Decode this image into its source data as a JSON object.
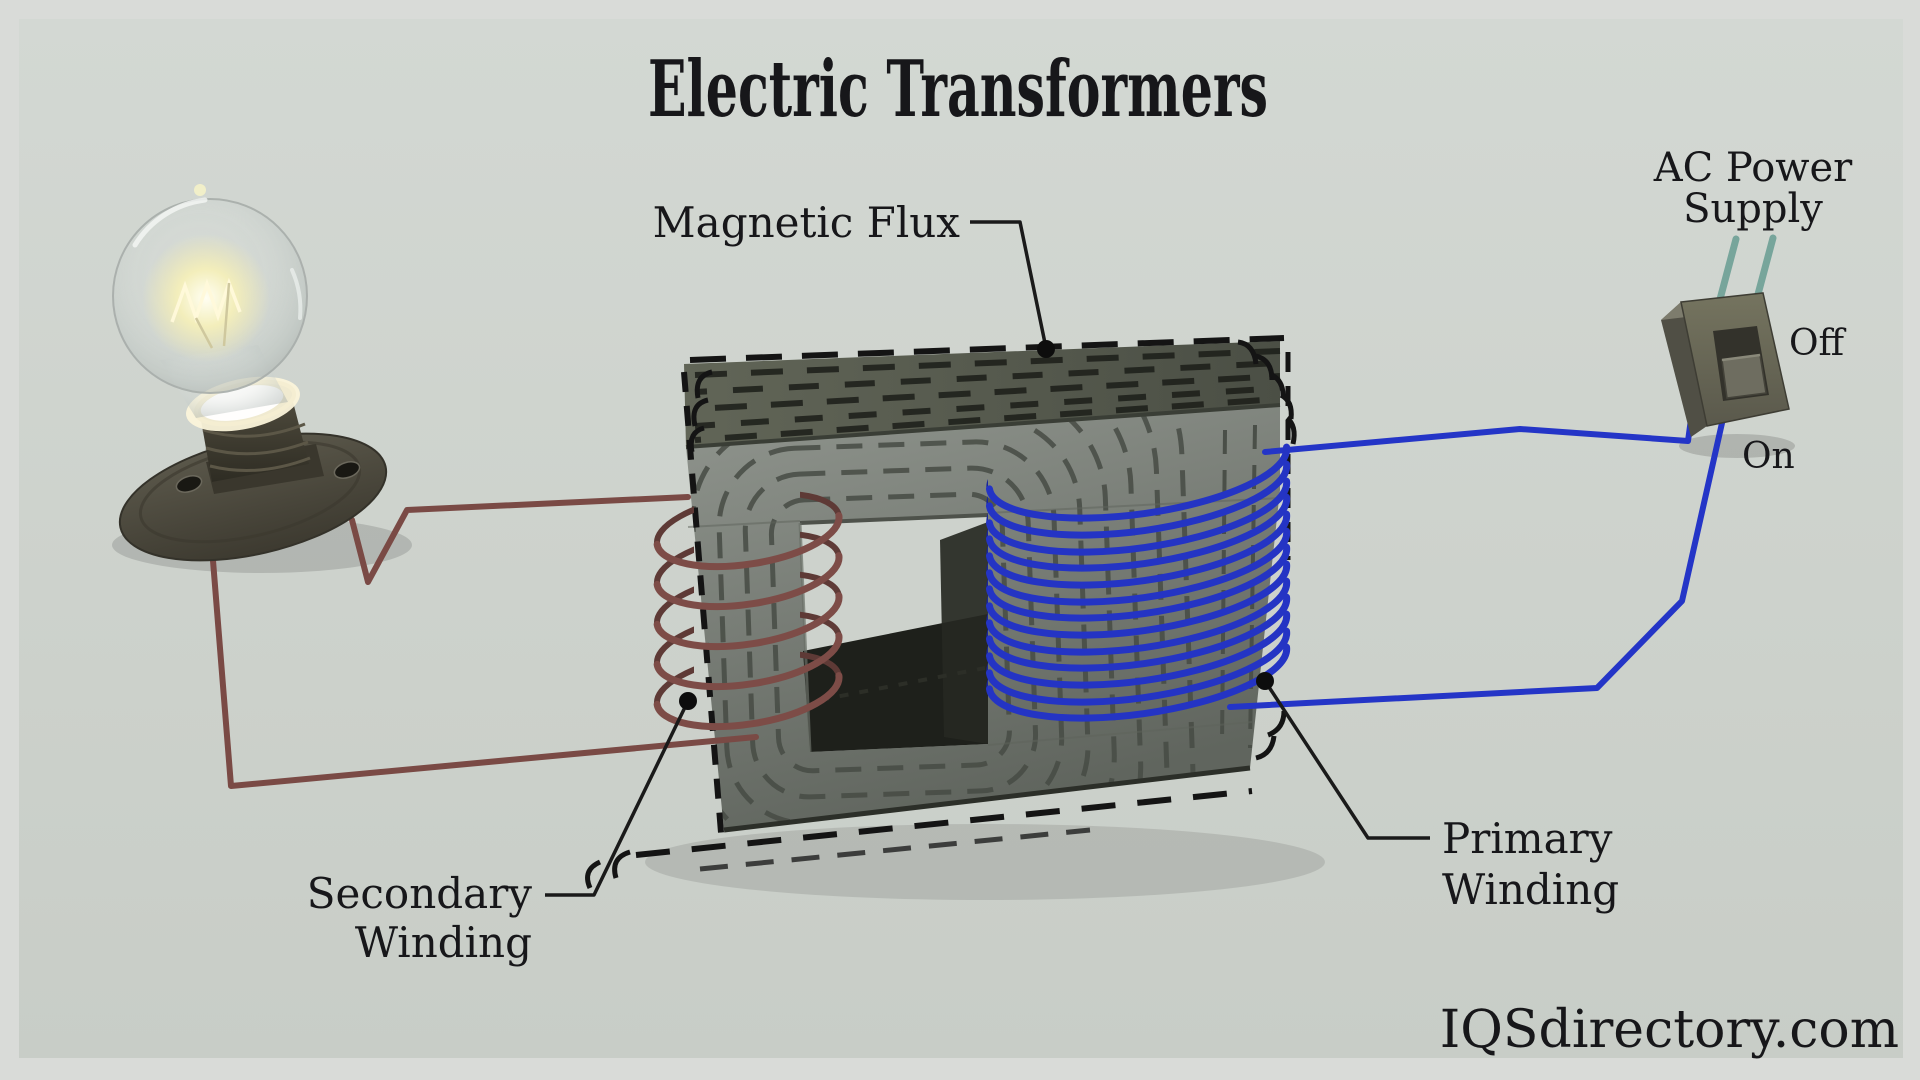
{
  "title": "Electric Transformers",
  "watermark": "IQSdirectory.com",
  "labels": {
    "magnetic_flux": "Magnetic Flux",
    "secondary_winding_line1": "Secondary",
    "secondary_winding_line2": "Winding",
    "primary_winding_line1": "Primary",
    "primary_winding_line2": "Winding",
    "ac_power_line1": "AC Power",
    "ac_power_line2": "Supply",
    "switch_off": "Off",
    "switch_on": "On"
  },
  "colors": {
    "background_outer": "#d9dbd8",
    "background_inner": "#cdd2cc",
    "primary_winding": "#2434c4",
    "primary_winding_shadow": "#18259b",
    "primary_wire": "#2435c7",
    "secondary_winding": "#7d4c47",
    "secondary_winding_shadow": "#5e3a36",
    "secondary_wire": "#7a4a45",
    "prong_teal": "#77a59b",
    "leader_line": "#1a1a1a",
    "core_top_face": "#565b52",
    "core_front_face": "#7e837c"
  },
  "components": {
    "primary_turns": 13,
    "secondary_turns": 5,
    "bulb": "incandescent-bulb",
    "core": "laminated-iron-core",
    "switch": "ac-power-switch"
  }
}
